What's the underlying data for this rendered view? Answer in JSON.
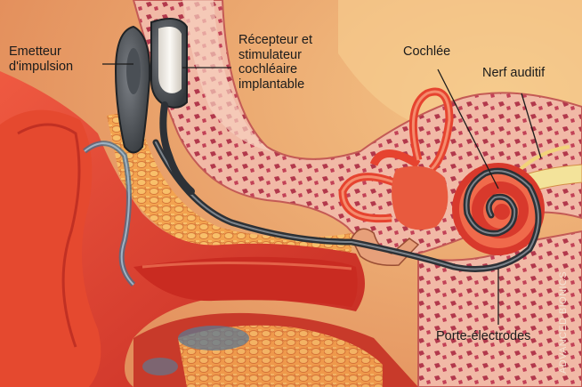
{
  "labels": {
    "emetteur": "Emetteur\nd'impulsion",
    "recepteur": "Récepteur et\nstimulateur\ncochléaire\nimplantable",
    "cochlee": "Cochlée",
    "nerf": "Nerf auditif",
    "porte": "Porte-électrodes"
  },
  "credit": "ADVANCED BIONICS",
  "colors": {
    "background": "#e9a26a",
    "tissue_red": "#d83a2c",
    "bone_pink": "#f0b4a0",
    "device_gray": "#555a60",
    "receiver_white": "#f2efe9"
  }
}
